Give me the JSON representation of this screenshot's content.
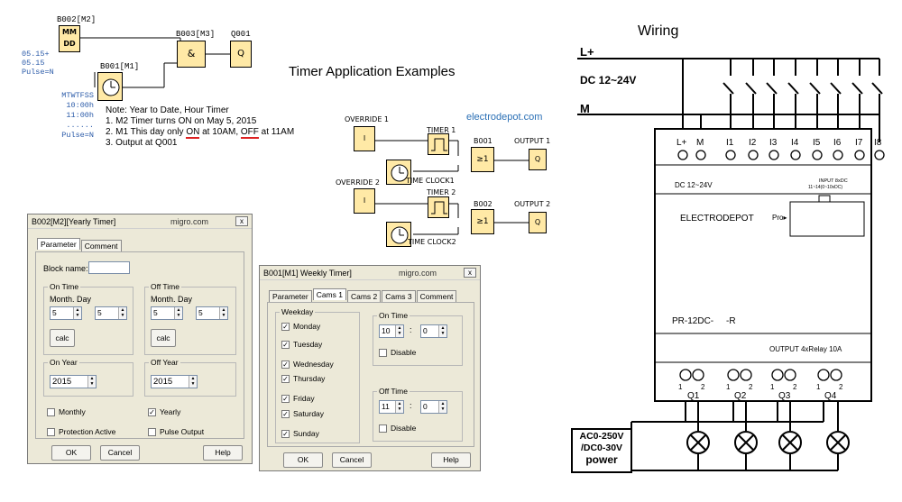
{
  "title": "Timer Application Examples",
  "wiring_title": "Wiring",
  "website": "electrodepot.com",
  "top_diagram": {
    "block_m2": "B002[M2]",
    "block_m2_inner": [
      "MM",
      "DD"
    ],
    "block_m3": "B003[M3]",
    "and_symbol": "&",
    "block_q": "Q001",
    "q_symbol": "Q",
    "block_m1": "B001[M1]",
    "m2_params": [
      "05.15+",
      "05.15",
      "Pulse=N"
    ],
    "m1_params": [
      "MTWTFSS",
      "10:00h",
      "11:00h",
      "......",
      "Pulse=N"
    ]
  },
  "note": {
    "line0": "Note: Year to Date, Hour Timer",
    "line1": "1.  M2  Timer turns ON on May 5, 2015",
    "line2_pre": "2.  M1  This day only ",
    "line2_on": "ON",
    "line2_mid": " at 10AM,  ",
    "line2_off": "OFF",
    "line2_post": " at 11AM",
    "line3": "3.    Output at  Q001"
  },
  "mid_diagram": {
    "override1": "OVERRIDE 1",
    "override2": "OVERRIDE 2",
    "timer1": "TIMER 1",
    "timer2": "TIMER 2",
    "b001": "B001",
    "b002": "B002",
    "output1": "OUTPUT 1",
    "output2": "OUTPUT 2",
    "clock1": "TIME CLOCK1",
    "clock2": "TIME CLOCK2",
    "i_symbol": "I",
    "ge_symbol": "≥1",
    "q_symbol": "Q"
  },
  "yearly_dialog": {
    "title": "B002[M2][Yearly Timer]",
    "brand": "migro.com",
    "close": "x",
    "tabs": [
      "Parameter",
      "Comment"
    ],
    "block_name_label": "Block name:",
    "on_time": "On Time",
    "off_time": "Off Time",
    "month_day": "Month. Day",
    "on_month": "5",
    "on_day": "5",
    "off_month": "5",
    "off_day": "5",
    "calc": "calc",
    "on_year": "On Year",
    "off_year": "Off Year",
    "on_year_val": "2015",
    "off_year_val": "2015",
    "monthly": "Monthly",
    "yearly": "Yearly",
    "protection": "Protection Active",
    "pulse_output": "Pulse Output",
    "ok": "OK",
    "cancel": "Cancel",
    "help": "Help"
  },
  "weekly_dialog": {
    "title": "B001[M1] Weekly Timer]",
    "brand": "migro.com",
    "close": "x",
    "tabs": [
      "Parameter",
      "Cams 1",
      "Cams 2",
      "Cams 3",
      "Comment"
    ],
    "weekday": "Weekday",
    "days": [
      "Monday",
      "Tuesday",
      "Wednesday",
      "Thursday",
      "Friday",
      "Saturday",
      "Sunday"
    ],
    "on_time": "On Time",
    "off_time": "Off Time",
    "on_h": "10",
    "on_m": "0",
    "off_h": "11",
    "off_m": "0",
    "colon": ":",
    "disable": "Disable",
    "ok": "OK",
    "cancel": "Cancel",
    "help": "Help"
  },
  "wiring": {
    "l_plus": "L+",
    "dc": "DC  12~24V",
    "m": "M",
    "terminals": [
      "L+",
      "M",
      "I1",
      "I2",
      "I3",
      "I4",
      "I5",
      "I6",
      "I7",
      "I8"
    ],
    "dc_label": "DC 12~24V",
    "input_label": "INPUT 8xDC",
    "input_sub": "11~14(0~10vDC)",
    "brand": "ELECTRODEPOT",
    "pro": "Pro▸",
    "model": "PR-12DC-     -R",
    "output_label": "OUTPUT  4xRelay 10A",
    "q_labels": [
      "Q1",
      "Q2",
      "Q3",
      "Q4"
    ],
    "pin1": "1",
    "pin2": "2",
    "power_lines": [
      "AC0-250V",
      "/DC0-30V",
      "power"
    ]
  }
}
